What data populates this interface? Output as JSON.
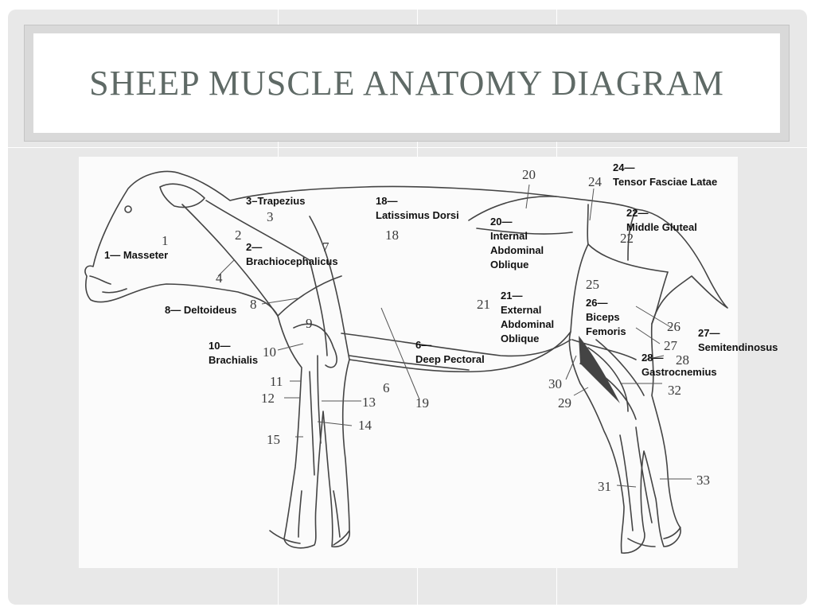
{
  "slide": {
    "title": "SHEEP MUSCLE ANATOMY DIAGRAM"
  },
  "diagram": {
    "numerals": [
      "1",
      "2",
      "3",
      "4",
      "6",
      "7",
      "8",
      "9",
      "10",
      "11",
      "12",
      "13",
      "14",
      "15",
      "18",
      "19",
      "20",
      "21",
      "22",
      "24",
      "25",
      "26",
      "27",
      "28",
      "29",
      "30",
      "31",
      "32",
      "33"
    ],
    "labels": [
      {
        "id": "masseter",
        "lines": [
          "1— Masseter"
        ]
      },
      {
        "id": "trapezius",
        "lines": [
          "3–Trapezius"
        ]
      },
      {
        "id": "brachiocephalicus",
        "lines": [
          "2—",
          "Brachiocephalicus"
        ]
      },
      {
        "id": "deltoideus",
        "lines": [
          "8— Deltoideus"
        ]
      },
      {
        "id": "brachialis",
        "lines": [
          "10—",
          "Brachialis"
        ]
      },
      {
        "id": "latissimus-dorsi",
        "lines": [
          "18—",
          "Latissimus Dorsi"
        ]
      },
      {
        "id": "internal-abdominal-oblique",
        "lines": [
          "20—",
          "Internal",
          "Abdominal",
          "Oblique"
        ]
      },
      {
        "id": "external-abdominal-oblique",
        "lines": [
          "21—",
          "External",
          "Abdominal",
          "Oblique"
        ]
      },
      {
        "id": "deep-pectoral",
        "lines": [
          "6—",
          "Deep Pectoral"
        ]
      },
      {
        "id": "tensor-fasciae-latae",
        "lines": [
          "24—",
          "Tensor Fasciae Latae"
        ]
      },
      {
        "id": "middle-gluteal",
        "lines": [
          "22—",
          "Middle Gluteal"
        ]
      },
      {
        "id": "biceps-femoris",
        "lines": [
          "26—",
          "Biceps",
          "Femoris"
        ]
      },
      {
        "id": "semitendinosus",
        "lines": [
          "27—",
          "Semitendinosus"
        ]
      },
      {
        "id": "gastrocnemius",
        "lines": [
          "28—",
          "Gastrocnemius"
        ]
      }
    ]
  }
}
